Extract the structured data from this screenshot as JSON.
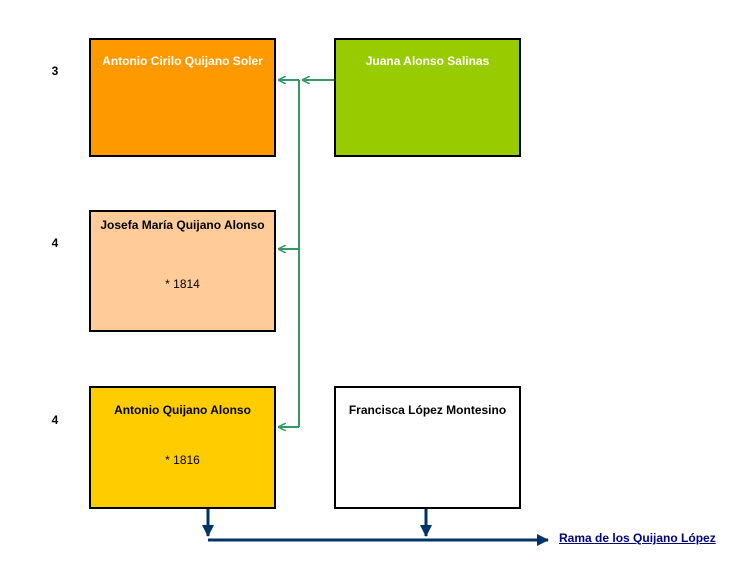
{
  "generations": [
    "3",
    "4",
    "4"
  ],
  "people": [
    {
      "name": "Antonio Cirilo Quijano Soler",
      "birth": ""
    },
    {
      "name": "Juana Alonso Salinas",
      "birth": ""
    },
    {
      "name": "Josefa María Quijano Alonso",
      "birth": "* 1814"
    },
    {
      "name": "Antonio Quijano Alonso",
      "birth": "* 1816"
    },
    {
      "name": "Francisca López Montesino",
      "birth": ""
    }
  ],
  "branch_link": "Rama de los Quijano López",
  "colors": {
    "parent1": "#ff9900",
    "parent2": "#99cc00",
    "child1": "#ffcc99",
    "child2": "#ffcc00",
    "spouse": "#ffffff",
    "connector_green": "#339966",
    "connector_navy": "#003366",
    "link": "#000080"
  }
}
